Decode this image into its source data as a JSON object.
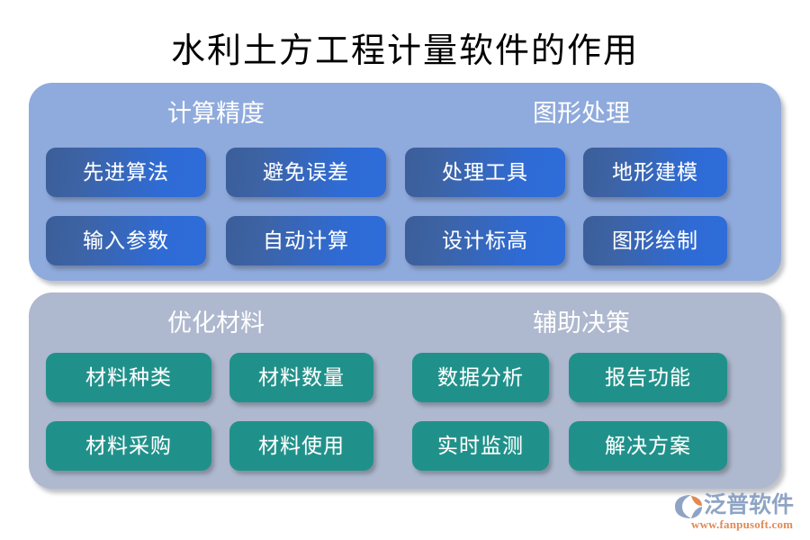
{
  "page": {
    "title": "水利土方工程计量软件的作用",
    "background_color": "#FFFFFF"
  },
  "panels": [
    {
      "id": "panel-upper",
      "color": "#8FAADC",
      "box_style": "blue-gradient",
      "box_color_from": "#3B5E99",
      "box_color_to": "#2E6CDB",
      "groups": [
        {
          "id": "group-calculation-accuracy",
          "heading": "计算精度",
          "items": [
            "先进算法",
            "避免误差",
            "输入参数",
            "自动计算"
          ]
        },
        {
          "id": "group-graphics-processing",
          "heading": "图形处理",
          "items": [
            "处理工具",
            "地形建模",
            "设计标高",
            "图形绘制"
          ]
        }
      ]
    },
    {
      "id": "panel-lower",
      "color": "#AEB8CE",
      "box_style": "teal-flat",
      "box_color": "#20918A",
      "groups": [
        {
          "id": "group-material-optimization",
          "heading": "优化材料",
          "items": [
            "材料种类",
            "材料数量",
            "材料采购",
            "材料使用"
          ]
        },
        {
          "id": "group-decision-support",
          "heading": "辅助决策",
          "items": [
            "数据分析",
            "报告功能",
            "实时监测",
            "解决方案"
          ]
        }
      ]
    }
  ],
  "logo": {
    "name": "泛普软件",
    "url": "www.fanpusoft.com",
    "mark_color_primary": "#8FA4C4",
    "mark_color_accent": "#E08A54",
    "text_color": "#8FA4C4",
    "url_color": "#E08A54"
  }
}
